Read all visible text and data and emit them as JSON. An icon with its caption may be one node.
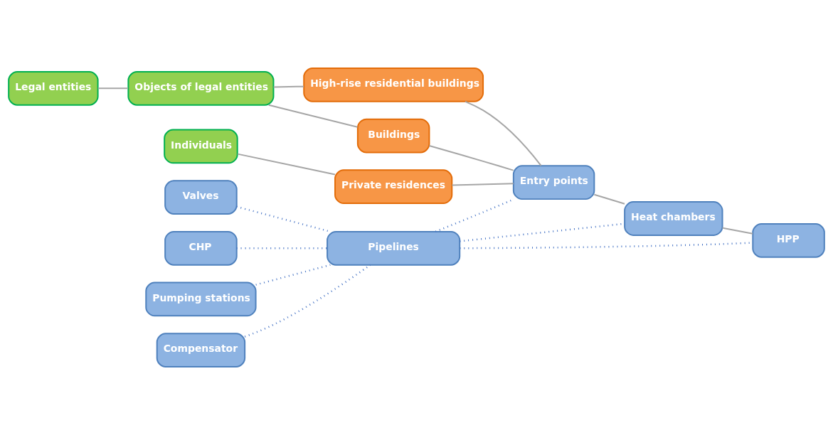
{
  "diagram": {
    "nodes": [
      {
        "text": [
          "Pumping stations"
        ]
      },
      {
        "text": [
          "Compensator"
        ]
      },
      {
        "text": [
          "Valves"
        ]
      },
      {
        "text": [
          "CHP"
        ]
      },
      {
        "text": [
          "Legal entities"
        ]
      },
      {
        "text": [
          "Pipelines"
        ]
      },
      {
        "text": [
          "Objects of legal entities"
        ]
      },
      {
        "text": [
          "Buildings"
        ]
      },
      {
        "text": [
          "High-rise residential buildings"
        ]
      },
      {
        "text": [
          "Entry points"
        ]
      },
      {
        "text": [
          "Heat chambers"
        ]
      },
      {
        "text": [
          "HPP"
        ]
      },
      {
        "text": [
          "Individuals"
        ]
      },
      {
        "text": [
          "Private residences"
        ]
      }
    ],
    "edges": [
      {
        "from": 0,
        "to": 5,
        "arrow": "none",
        "style": "dashed",
        "color": "#4472c4"
      },
      {
        "from": 1,
        "to": 5,
        "arrow": "none",
        "style": "dashed",
        "color": "#4472c4"
      },
      {
        "from": 2,
        "to": 5,
        "arrow": "none",
        "style": "dashed",
        "color": "#4472c4"
      },
      {
        "from": 3,
        "to": 5,
        "arrow": "none",
        "style": "dashed",
        "color": "#4472c4"
      },
      {
        "from": 4,
        "to": 6,
        "arrow": "none"
      },
      {
        "from": 6,
        "to": 7,
        "arrow": "none"
      },
      {
        "from": 6,
        "to": 8,
        "arrow": "none"
      },
      {
        "from": 7,
        "to": 9,
        "arrow": "none"
      },
      {
        "from": 8,
        "to": 9,
        "arrow": "none"
      },
      {
        "from": 13,
        "to": 9,
        "arrow": "none"
      },
      {
        "from": 12,
        "to": 13,
        "arrow": "none"
      },
      {
        "from": 9,
        "to": 10,
        "arrow": "none"
      },
      {
        "from": 10,
        "to": 11,
        "arrow": "none"
      },
      {
        "from": 5,
        "to": 9,
        "arrow": "none",
        "style": "dashed",
        "color": "#4472c4"
      },
      {
        "from": 5,
        "to": 10,
        "arrow": "none",
        "style": "dashed",
        "color": "#4472c4"
      },
      {
        "from": 5,
        "to": 11,
        "arrow": "none",
        "style": "dashed",
        "color": "#4472c4"
      }
    ]
  }
}
